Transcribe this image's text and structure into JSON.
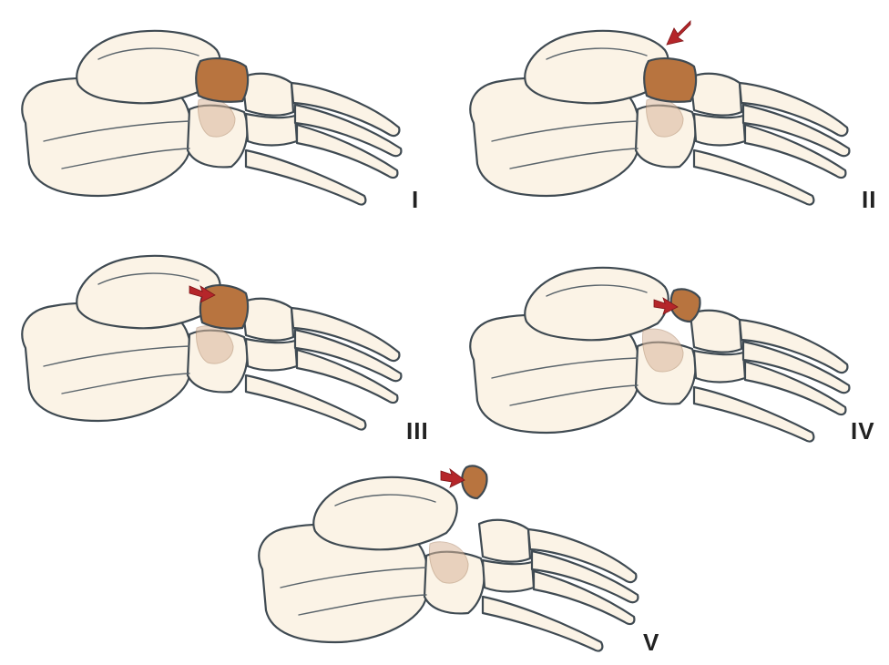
{
  "figure": {
    "panels": [
      {
        "id": "I",
        "label": "I",
        "arrow": "none",
        "navicular_scale": 1.0
      },
      {
        "id": "II",
        "label": "II",
        "arrow": "dorsal",
        "navicular_scale": 1.0
      },
      {
        "id": "III",
        "label": "III",
        "arrow": "proximal",
        "navicular_scale": 0.92
      },
      {
        "id": "IV",
        "label": "IV",
        "arrow": "proximal",
        "navicular_scale": 0.6
      },
      {
        "id": "V",
        "label": "V",
        "arrow": "proximal",
        "navicular_scale": 0.45
      }
    ],
    "colors": {
      "bone_fill": "#fbf3e6",
      "bone_outline": "#3f4a52",
      "navicular_fill": "#b8743f",
      "arrow_fill": "#b5262a"
    }
  }
}
